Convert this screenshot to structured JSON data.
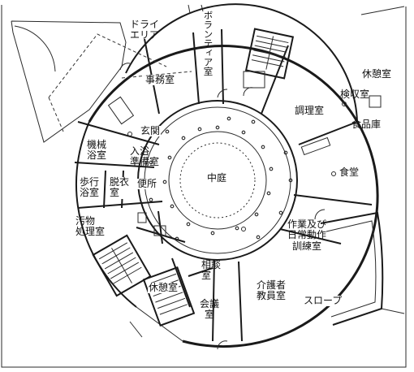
{
  "rooms": {
    "dry_area": "ドライ\nエリア",
    "volunteer": "ボランティア室",
    "office": "事務室",
    "rest_top": "休憩室",
    "storage": "検収室",
    "kitchen": "調理室",
    "pantry": "食品庫",
    "entrance": "玄関",
    "machine_bath": "機械\n浴室",
    "bath_prep": "入浴\n準備室",
    "courtyard": "中庭",
    "dining": "食堂",
    "walking_bath": "歩行\n浴室",
    "changing": "脱衣\n室",
    "toilet": "便所",
    "soiled": "汚物\n処理室",
    "therapy": "作業及び\n日常動作\n訓練室",
    "consult": "相談\n室",
    "care_staff": "介護者\n教員室",
    "rest_bottom": "休憩室",
    "meeting": "会議\n室",
    "slope": "スロープ"
  }
}
